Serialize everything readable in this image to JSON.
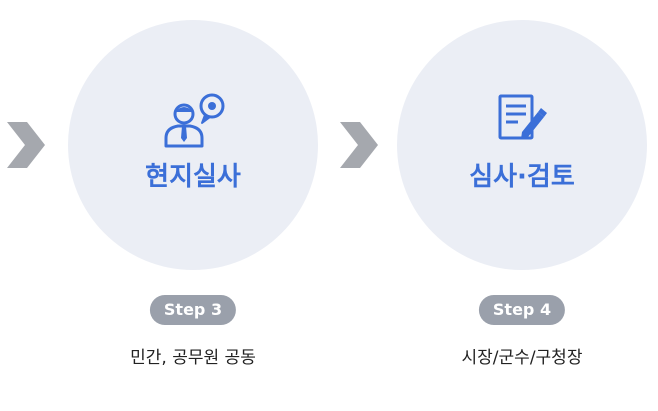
{
  "colors": {
    "circle_bg": "#ebeef5",
    "accent": "#3b6fd8",
    "badge_bg": "#9aa0ab",
    "arrow": "#a5a8ae"
  },
  "steps": [
    {
      "title": "현지실사",
      "badge": "Step 3",
      "description": "민간, 공무원 공동",
      "icon": "officer-speech-bubble-icon"
    },
    {
      "title": "심사·검토",
      "badge": "Step 4",
      "description": "시장/군수/구청장",
      "icon": "document-pen-icon"
    }
  ]
}
